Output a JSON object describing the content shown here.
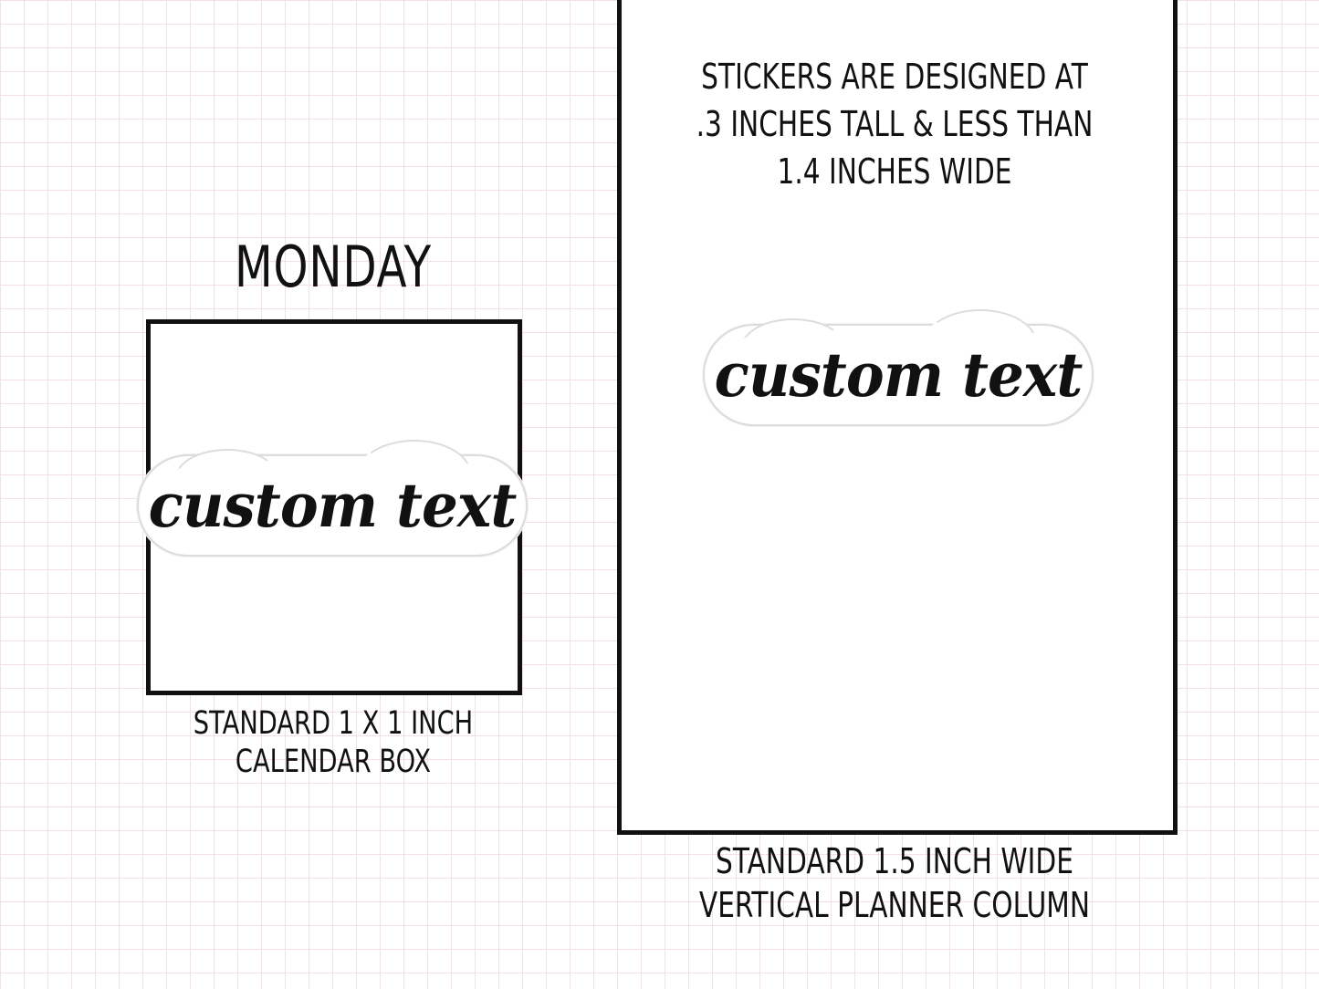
{
  "calendar": {
    "day_title": "MONDAY",
    "sticker_text": "custom text",
    "caption": {
      "line1": "STANDARD 1 X 1 INCH",
      "line2": "CALENDAR BOX"
    }
  },
  "column": {
    "note": {
      "line1": "STICKERS ARE DESIGNED AT",
      "line2": ".3 INCHES TALL & LESS THAN",
      "line3": "1.4 INCHES WIDE"
    },
    "sticker_text": "custom text",
    "caption": {
      "line1": "STANDARD 1.5 INCH WIDE",
      "line2": "VERTICAL PLANNER COLUMN"
    }
  },
  "colors": {
    "grid_line": "#f3dfe4",
    "ink": "#111111",
    "sticker_outline": "#dcdcdc",
    "background": "#ffffff"
  }
}
